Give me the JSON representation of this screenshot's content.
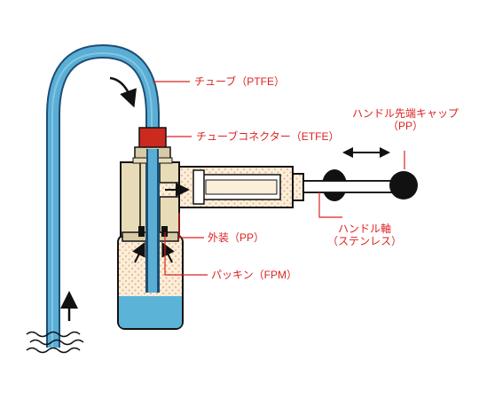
{
  "labels": {
    "tube": "チューブ（PTFE）",
    "tube_connector": "チューブコネクター（ETFE）",
    "handle_cap_line1": "ハンドル先端キャップ",
    "handle_cap_line2": "（PP）",
    "outer_casing": "外装（PP）",
    "handle_shaft_line1": "ハンドル軸",
    "handle_shaft_line2": "（ステンレス）",
    "packing": "パッキン（FPM）"
  },
  "colors": {
    "label_text": "#dd2222",
    "leader_line": "#dd2222",
    "tube": "#5aaed6",
    "tube_outline": "#1c4e73",
    "connector": "#cc2a1f",
    "body_fill": "#e8dcb8",
    "dot_fill": "#f6d8b2",
    "liquid": "#5bb4d8",
    "cap": "#111111"
  },
  "icons": {
    "flow_arrow": "curved-arrow-icon",
    "up_arrow": "up-arrow-icon",
    "motion_arrow": "double-arrow-icon",
    "water_waves": "wave-icon"
  }
}
